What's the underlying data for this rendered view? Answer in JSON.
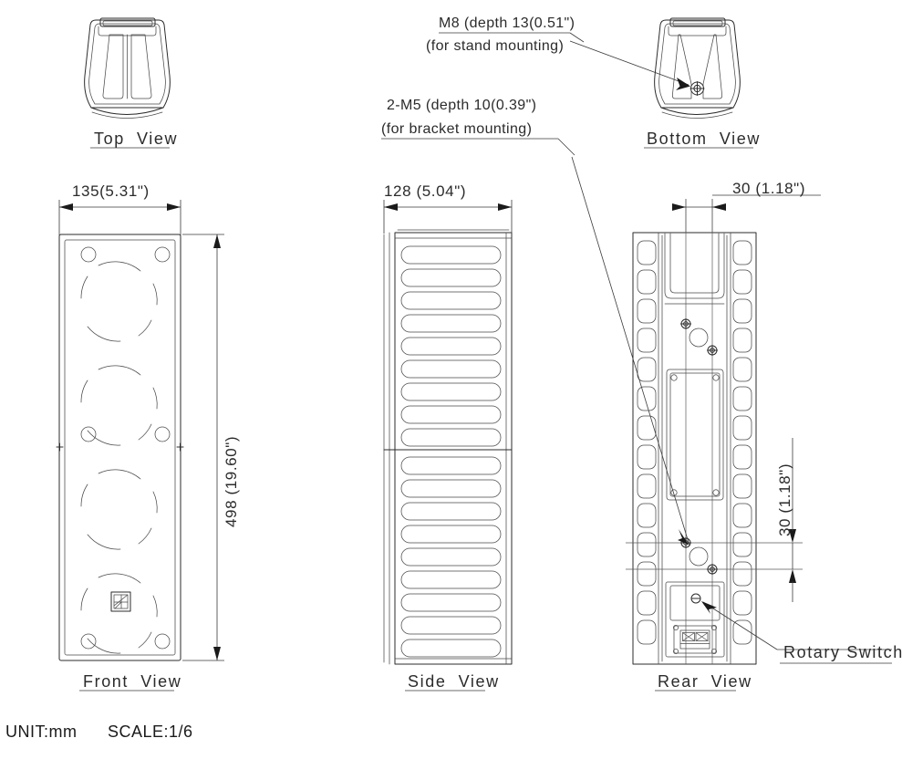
{
  "drawing": {
    "unit_note": "UNIT:mm",
    "scale_note": "SCALE:1/6"
  },
  "views": {
    "top": {
      "label": "Top  View"
    },
    "bottom": {
      "label": "Bottom  View"
    },
    "front": {
      "label": "Front  View"
    },
    "side": {
      "label": "Side  View"
    },
    "rear": {
      "label": "Rear  View"
    }
  },
  "dimensions": {
    "front_width": "135(5.31\")",
    "front_height": "498 (19.60\")",
    "side_depth": "128 (5.04\")",
    "rear_hole_horizontal": "30 (1.18\")",
    "rear_hole_vertical": "30 (1.18\")"
  },
  "callouts": {
    "stand_mount_line1": "M8 (depth 13(0.51\")",
    "stand_mount_line2": "(for stand mounting)",
    "bracket_mount_line1": "2-M5 (depth 10(0.39\")",
    "bracket_mount_line2": "(for bracket mounting)",
    "rotary_switch": "Rotary Switch"
  },
  "colors": {
    "line": "#2b2b2b",
    "thin_line": "#4a4a4a",
    "dimension_line": "#3a3a3a",
    "background": "#ffffff"
  }
}
